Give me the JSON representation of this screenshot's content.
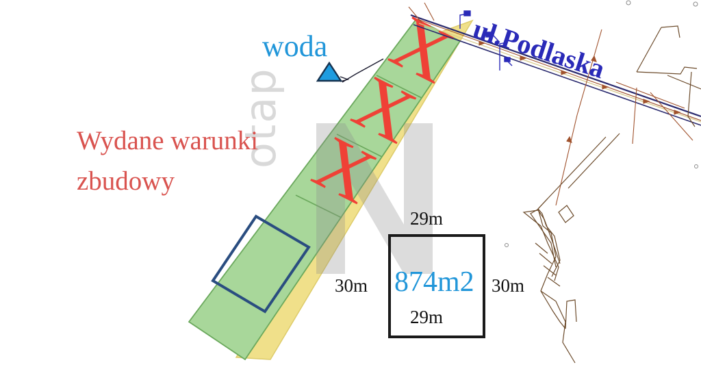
{
  "document": {
    "kind": "cadastral-parcel-map",
    "background_color": "#ffffff"
  },
  "annotations": {
    "water_label": "woda",
    "water_label_color": "#2196d9",
    "conditions_line1": "Wydane warunki",
    "conditions_line2": "zbudowy",
    "conditions_color": "#d9534f",
    "street_name": "ul.Podlaska",
    "street_name_color": "#2a2ab8",
    "plot_marks": [
      "X",
      "X",
      "X"
    ],
    "plot_mark_color": "#ef4136"
  },
  "dimensions": {
    "top": "29m",
    "bottom": "29m",
    "left": "30m",
    "right": "30m",
    "area": "874m2",
    "area_color": "#2196d9",
    "line_color": "#1a1a1a"
  },
  "parcel": {
    "fill_color": "#a8d79a",
    "border_color": "#6aa85c",
    "road_strip_color": "#f0e08a",
    "road_strip_border": "#ddcb6a",
    "subplot_outline_color": "#2a4d80"
  },
  "map_lines": {
    "street_edge_color": "#2a2a6e",
    "utility_color": "#a0522d",
    "cadastral_color": "#6b4a2a",
    "symbol_color": "#2a2ab8"
  },
  "watermark": {
    "text": "otap",
    "color": "rgba(130,130,130,0.30)"
  }
}
